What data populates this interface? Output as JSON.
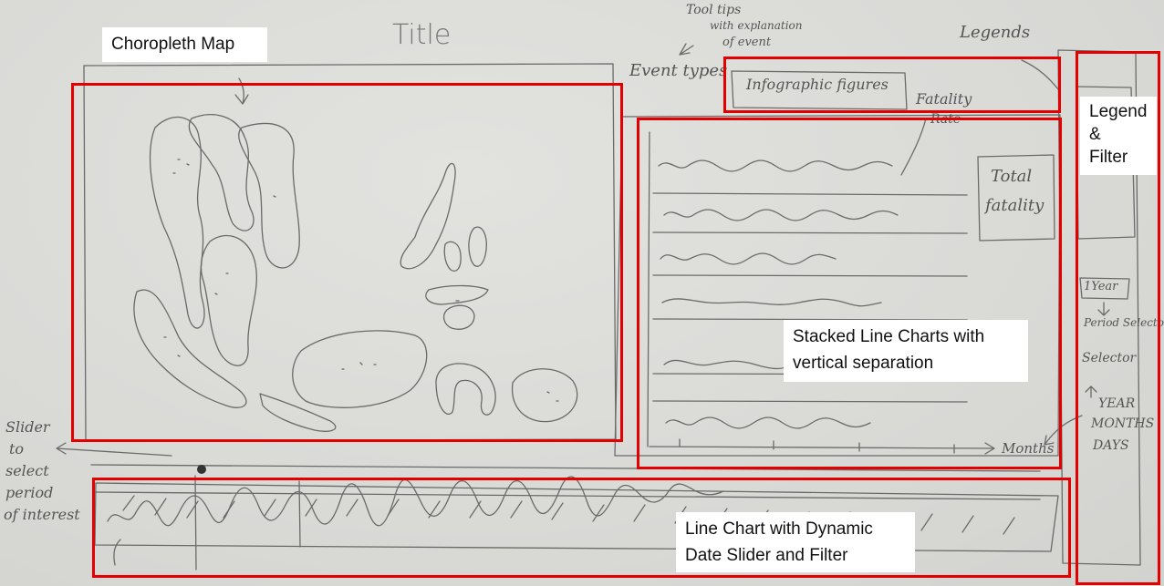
{
  "sketch_text": {
    "title": "Title",
    "tooltips": [
      "Tool tips",
      "with explanation",
      "of event"
    ],
    "legends": "Legends",
    "event_types": "Event types",
    "infographic": "Infographic figures",
    "fatality_rate": [
      "Fatality",
      "Rate"
    ],
    "total_fatality": [
      "Total",
      "fatality"
    ],
    "months_axis": "Months",
    "slider_note": [
      "Slider",
      "to",
      "select",
      "period",
      "of interest"
    ],
    "one_year": "1Year",
    "period_selector": "Period Selector",
    "selector": "Selector",
    "granularity": [
      "YEAR",
      "MONTHS",
      "DAYS"
    ]
  },
  "callouts": {
    "choropleth": "Choropleth Map",
    "stacked": "Stacked Line Charts with vertical separation",
    "line_chart": "Line Chart with Dynamic Date Slider and Filter",
    "legend_filter": [
      "Legend",
      "&",
      "Filter"
    ]
  },
  "colors": {
    "highlight": "#e40000",
    "pencil": "#555555",
    "paper": "#dcdcd9"
  }
}
